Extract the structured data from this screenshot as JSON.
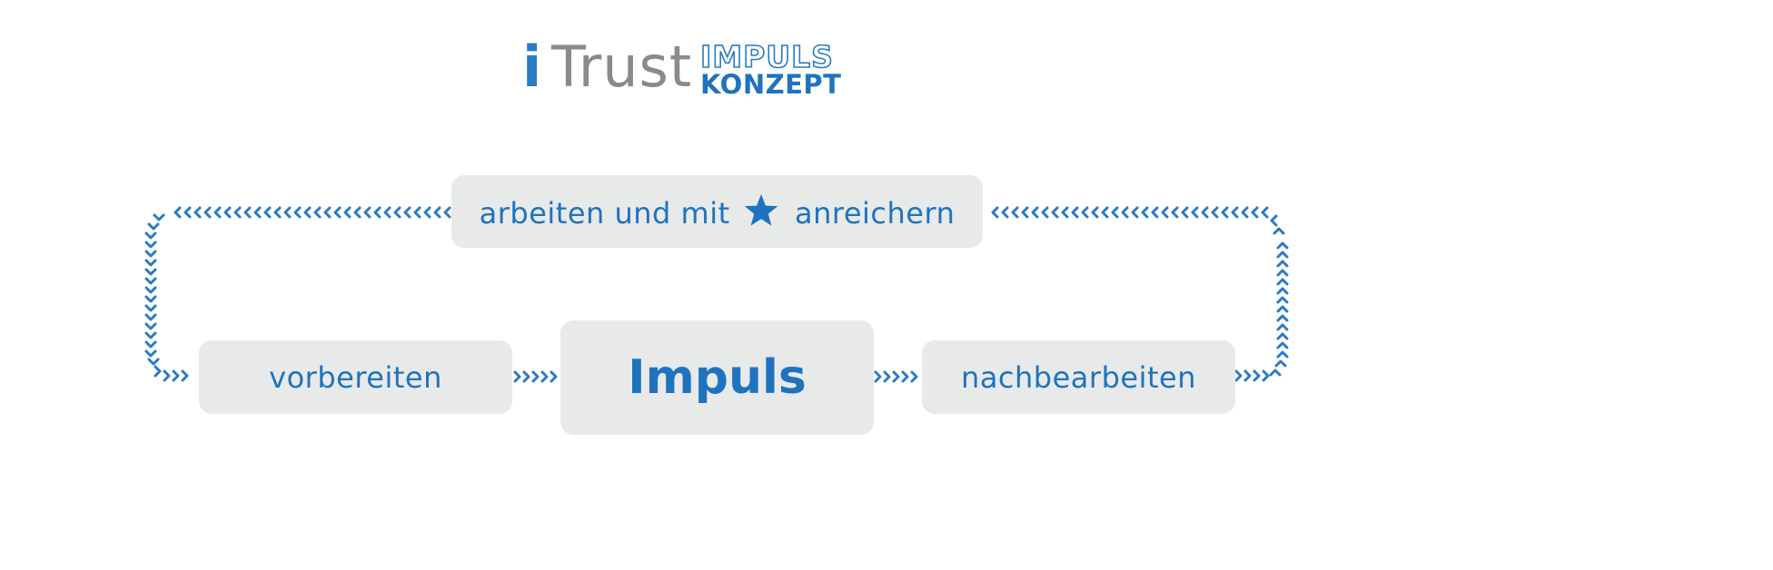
{
  "logo": {
    "i": "i",
    "trust": "Trust",
    "impuls": "IMPULS",
    "konzept": "KONZEPT"
  },
  "steps": {
    "top_before": "arbeiten und mit",
    "top_after": "anreichern",
    "left": "vorbereiten",
    "center": "Impuls",
    "right": "nachbearbeiten"
  },
  "icons": {
    "star": "star-icon",
    "chevron": "chevron-arrow-icon"
  },
  "colors": {
    "accent": "#1f73be",
    "box": "#e8e9e9",
    "logo_grey": "#8a8a8a"
  }
}
